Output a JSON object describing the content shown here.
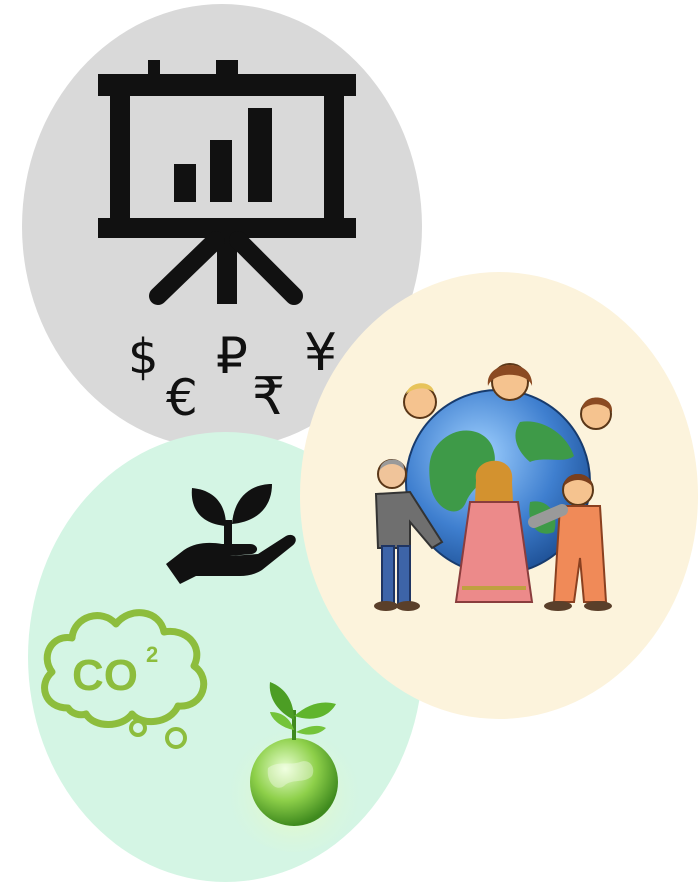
{
  "colors": {
    "economy_circle": "#d9d9d9",
    "environment_circle": "#d4f5e4",
    "society_circle": "#fcf3dc",
    "icon_dark": "#111111",
    "co2_green": "#8dbd3d"
  },
  "economy": {
    "icons": [
      "presentation-chart-icon",
      "currency-symbols"
    ],
    "currency_symbols": [
      "$",
      "€",
      "₽",
      "₹",
      "¥"
    ]
  },
  "environment": {
    "icons": [
      "hand-plant-icon",
      "co2-cloud-icon",
      "green-globe-icon"
    ],
    "co2_label": "CO",
    "co2_subscript": "2"
  },
  "society": {
    "icons": [
      "people-around-globe-icon"
    ]
  }
}
